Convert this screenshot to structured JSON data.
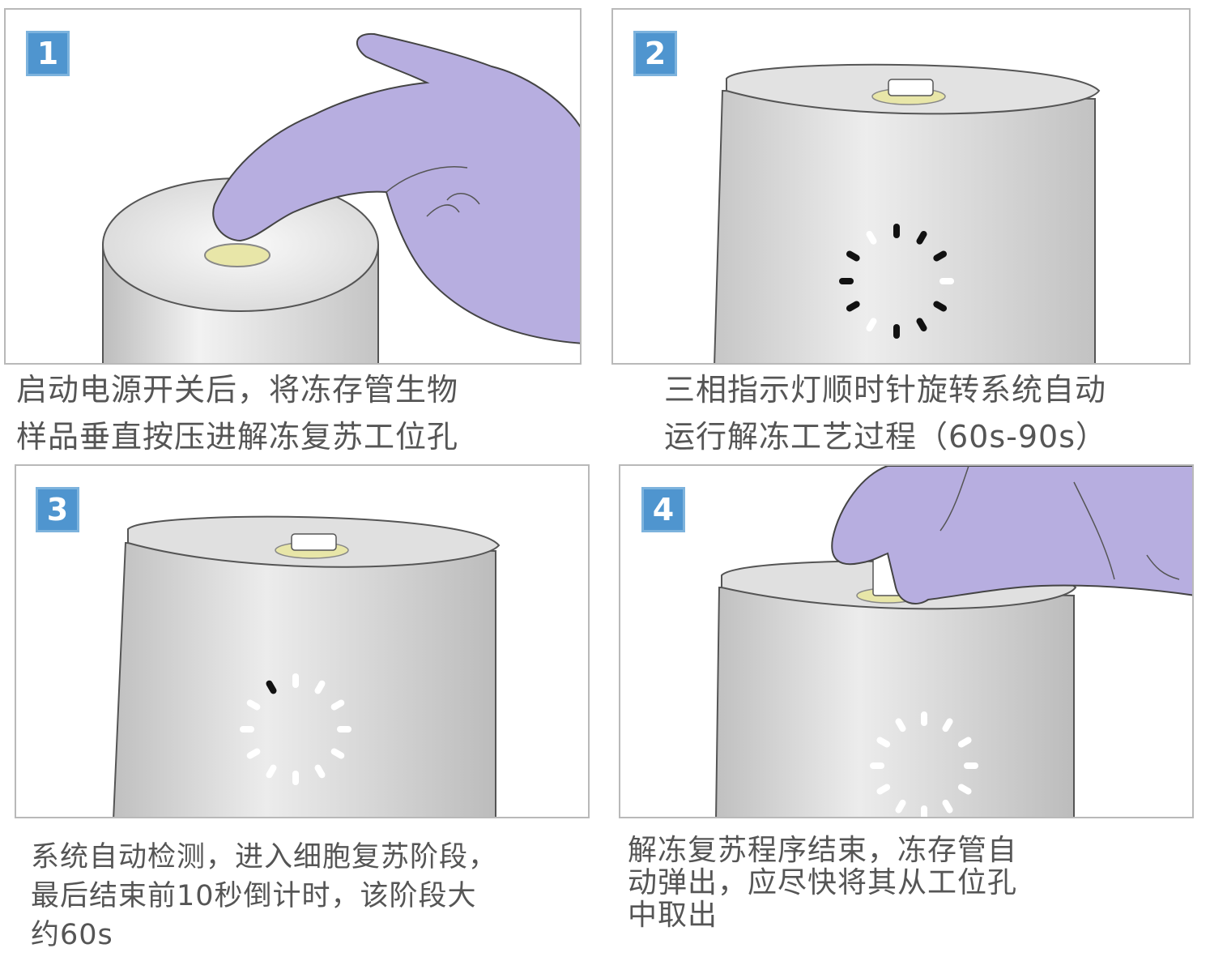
{
  "steps": [
    {
      "number": "1",
      "caption_lines": [
        "启动电源开关后，将冻存管生物",
        "样品垂直按压进解冻复苏工位孔"
      ]
    },
    {
      "number": "2",
      "caption_lines": [
        "三相指示灯顺时针旋转系统自动",
        "运行解冻工艺过程（60s-90s）"
      ]
    },
    {
      "number": "3",
      "caption_lines": [
        "系统自动检测，进入细胞复苏阶段，",
        "最后结束前10秒倒计时，该阶段大",
        "约60s"
      ]
    },
    {
      "number": "4",
      "caption_lines": [
        "解冻复苏程序结束，冻存管自",
        "动弹出，应尽快将其从工位孔",
        "中取出"
      ]
    }
  ],
  "colors": {
    "badge": "#4f95cf",
    "glove": "#b7aee0",
    "device": "#d4d4d4",
    "led_dark": "#111111",
    "caption": "#555555"
  }
}
